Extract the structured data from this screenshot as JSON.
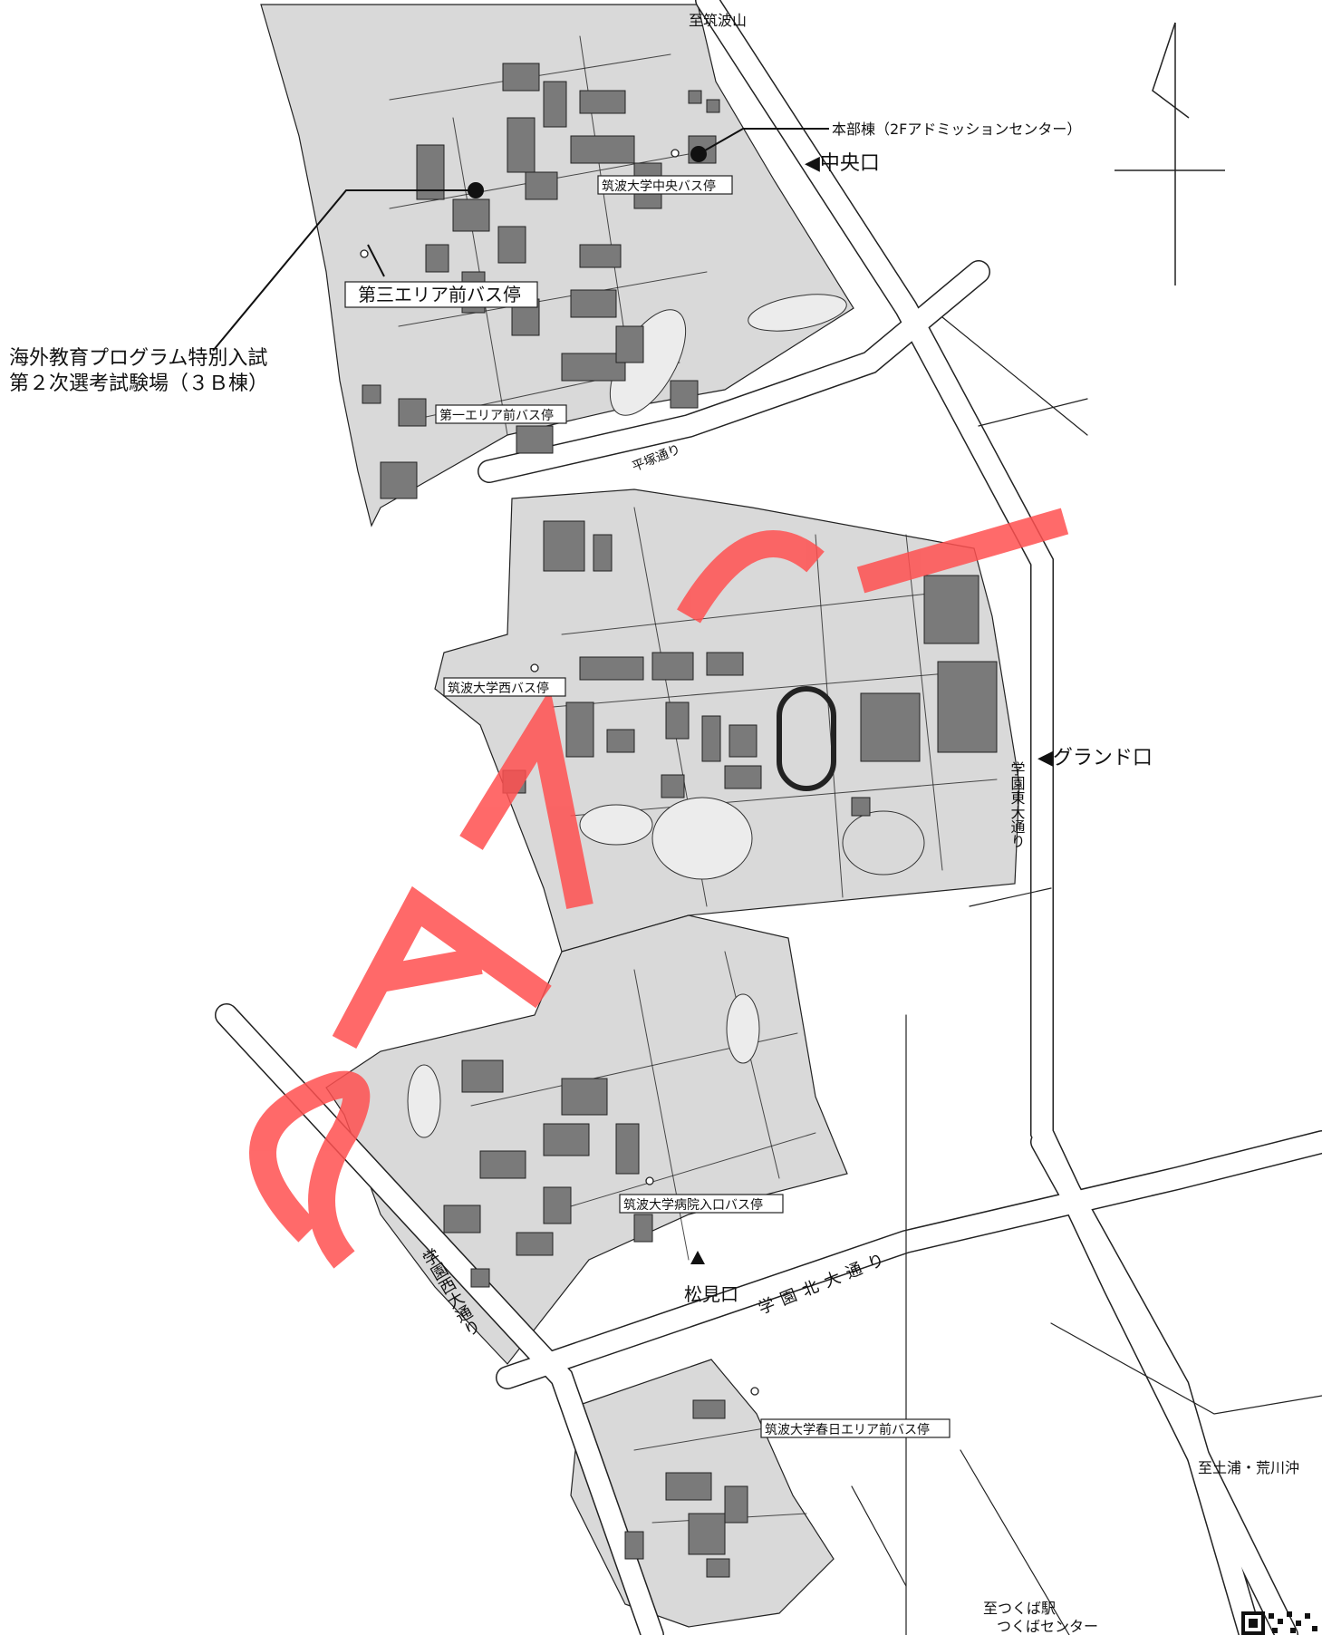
{
  "labels": {
    "to_tsukuba_san": "至筑波山",
    "honbu": "本部棟（2Fアドミッションセンター）",
    "chuo_gate": "◀中央口",
    "chuo_bus": "筑波大学中央バス停",
    "dai3_bus": "第三エリア前バス停",
    "exam_line1": "海外教育プログラム特別入試",
    "exam_line2": "第２次選考試験場（３Ｂ棟）",
    "dai1_bus": "第一エリア前バス停",
    "hiratsuka": "平塚通り",
    "nishi_bus": "筑波大学西バス停",
    "grand_gate": "◀グランド口",
    "gakuen_higashi": "学園東大通り",
    "byoin_bus": "筑波大学病院入口バス停",
    "matsumi_gate": "松見口",
    "gakuen_kita": "学園北大通り",
    "gakuen_nishi": "学園西大通り",
    "kasuga_bus": "筑波大学春日エリア前バス停",
    "to_tsuchiura": "至土浦・荒川沖",
    "to_station1": "至つくば駅",
    "to_station2": "つくばセンター"
  },
  "watermark": {
    "text": "SAMPLE",
    "color": "#ff5050"
  },
  "colors": {
    "campus": "#d9d9d9",
    "building": "#7a7a7a",
    "pond": "#ececec",
    "road": "#ffffff"
  },
  "icons": [
    "north-arrow-icon",
    "bus-stop-icon",
    "qr-code-icon",
    "triangle-pointer-icon"
  ]
}
